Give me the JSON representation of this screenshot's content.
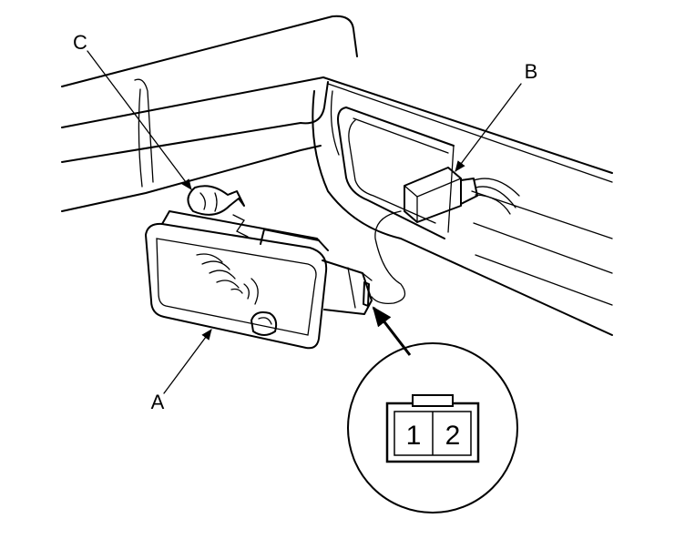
{
  "callouts": {
    "a": "A",
    "b": "B",
    "c": "C"
  },
  "connector": {
    "pin1": "1",
    "pin2": "2"
  }
}
